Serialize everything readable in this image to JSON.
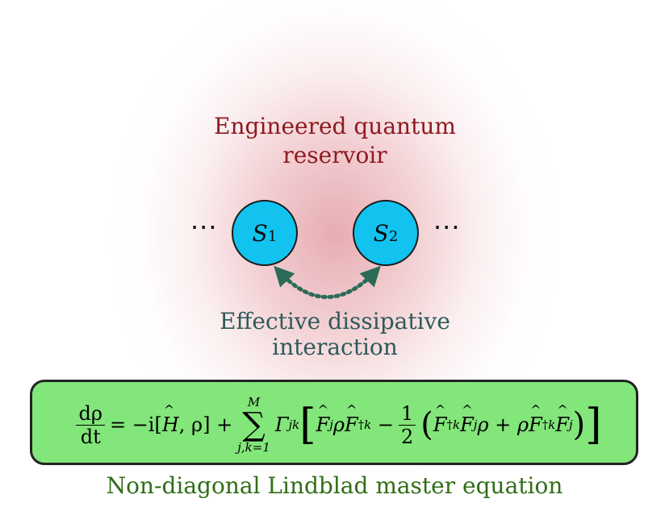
{
  "reservoir_label": {
    "line1": "Engineered quantum",
    "line2": "reservoir"
  },
  "nodes": [
    {
      "symbol": "S",
      "index": "1"
    },
    {
      "symbol": "S",
      "index": "2"
    }
  ],
  "ellipsis": "···",
  "interaction_label": {
    "line1": "Effective dissipative",
    "line2": "interaction"
  },
  "equation": {
    "lhs_num": "dρ",
    "lhs_den": "dt",
    "eq_part1": "= −i[",
    "H": "H",
    "eq_part2": ", ρ] +",
    "sum_upper": "M",
    "sum_symbol": "∑",
    "sum_lower": "j,k=1",
    "gamma": "Γ",
    "gamma_sub": "jk",
    "F": "F",
    "rho": "ρ",
    "j": "j",
    "k": "k",
    "dagger": "†",
    "minus": "−",
    "half_num": "1",
    "half_den": "2",
    "plus": "+"
  },
  "colors": {
    "reservoir_text": "#8e1a20",
    "node_fill": "#12c3f0",
    "arrow": "#2b6b58",
    "interaction_text": "#2f5a5a",
    "equation_box": "#82e67a",
    "footer_text": "#2f6e15"
  },
  "footer_label": "Non-diagonal Lindblad master equation"
}
